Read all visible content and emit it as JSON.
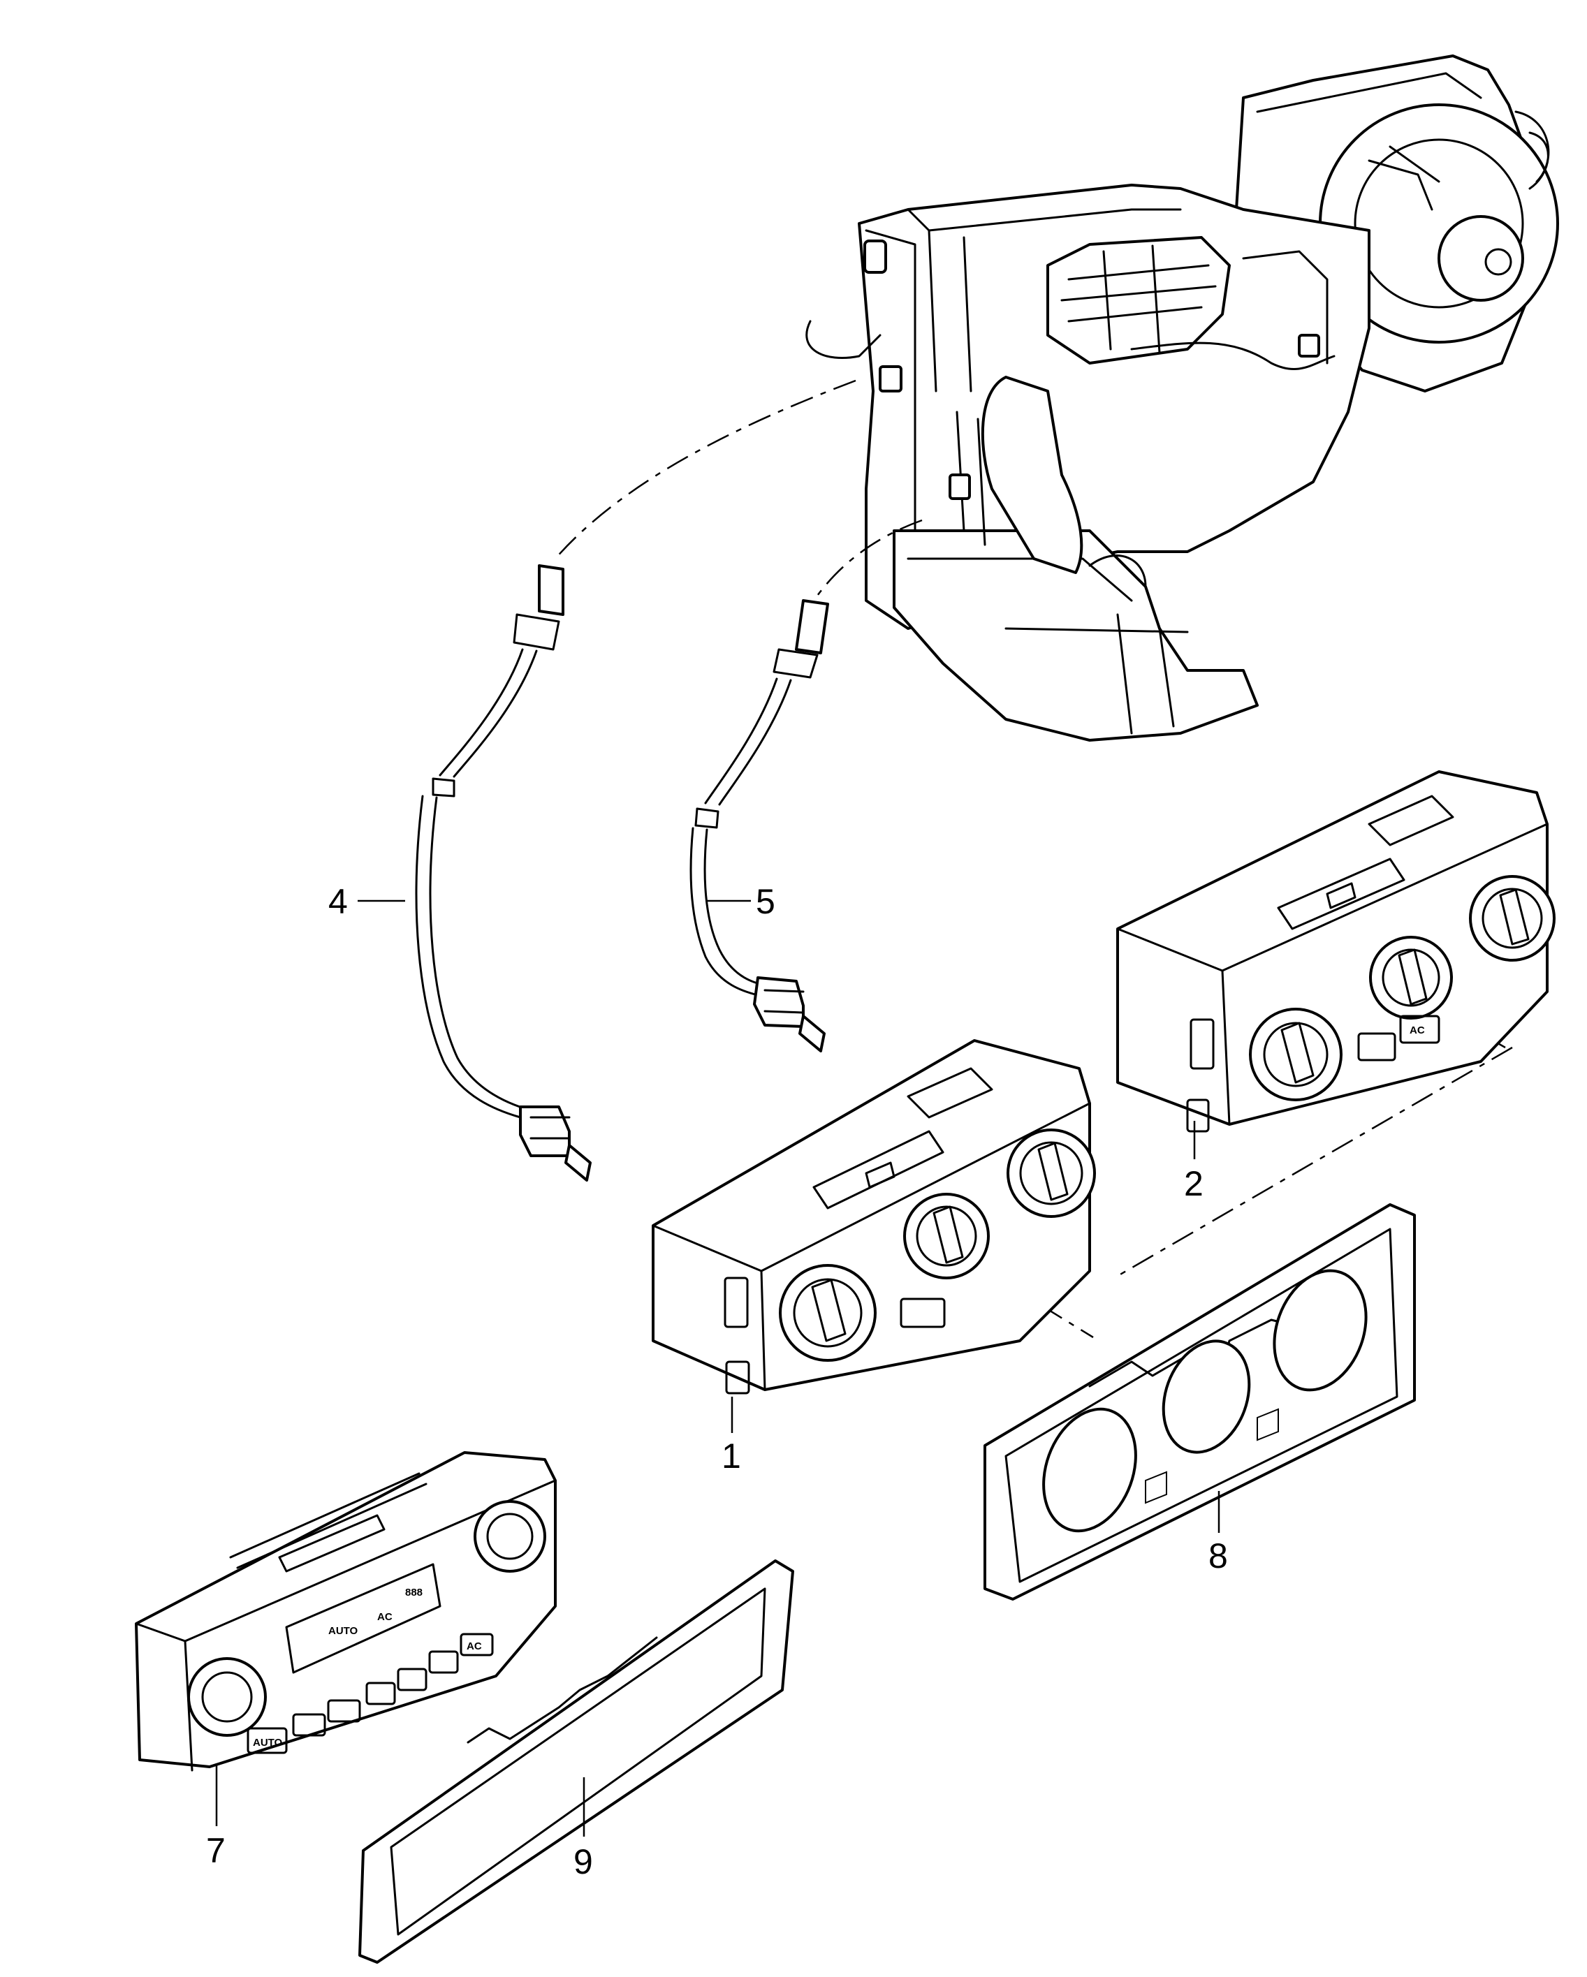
{
  "callouts": [
    {
      "id": "1",
      "label": "1"
    },
    {
      "id": "2",
      "label": "2"
    },
    {
      "id": "4",
      "label": "4"
    },
    {
      "id": "5",
      "label": "5"
    },
    {
      "id": "7",
      "label": "7"
    },
    {
      "id": "8",
      "label": "8"
    },
    {
      "id": "9",
      "label": "9"
    }
  ],
  "panel_labels": {
    "ac": "AC",
    "auto": "AUTO",
    "display": "888"
  }
}
